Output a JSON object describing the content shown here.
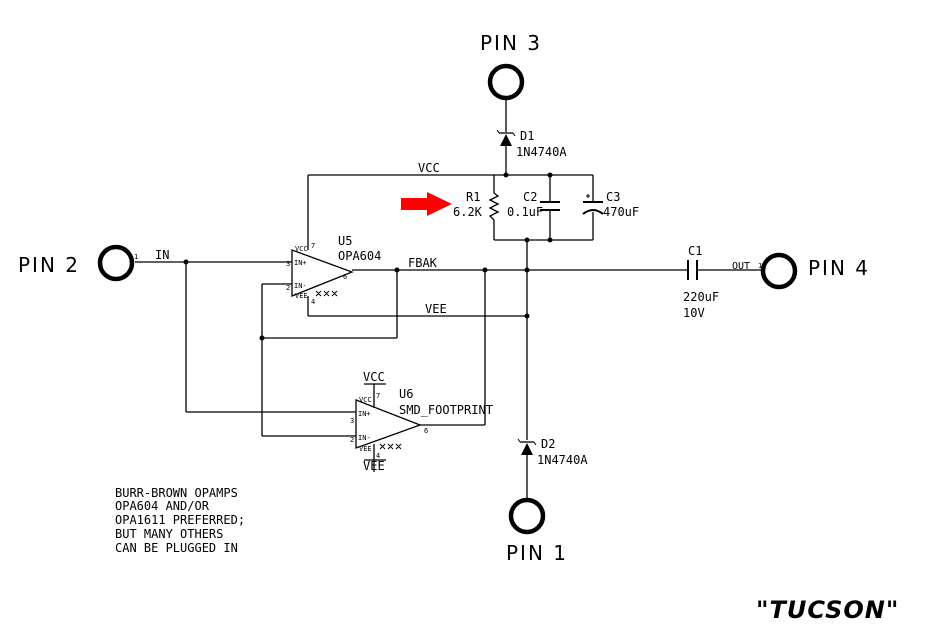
{
  "pins": {
    "pin1": "PIN 1",
    "pin2": "PIN 2",
    "pin3": "PIN 3",
    "pin4": "PIN 4"
  },
  "nets": {
    "vcc": "VCC",
    "vee": "VEE",
    "in": "IN",
    "fbak": "FBAK",
    "out": "OUT"
  },
  "components": {
    "d1": {
      "ref": "D1",
      "value": "1N4740A"
    },
    "d2": {
      "ref": "D2",
      "value": "1N4740A"
    },
    "r1": {
      "ref": "R1",
      "value": "6.2K"
    },
    "c1": {
      "ref": "C1",
      "value": "220uF",
      "rating": "10V"
    },
    "c2": {
      "ref": "C2",
      "value": "0.1uF"
    },
    "c3": {
      "ref": "C3",
      "value": "470uF"
    },
    "u5": {
      "ref": "U5",
      "value": "OPA604"
    },
    "u6": {
      "ref": "U6",
      "value": "SMD_FOOTPRINT"
    }
  },
  "opamp_pins": {
    "vcc": "VCC",
    "vee": "VEE",
    "in_plus": "IN+",
    "in_minus": "IN-",
    "p2": "2",
    "p3": "3",
    "p6": "6",
    "p7": "7",
    "p4": "4"
  },
  "pin_numbers": {
    "one": "1"
  },
  "note": {
    "line1": "BURR-BROWN OPAMPS",
    "line2": "OPA604 AND/OR",
    "line3": "OPA1611 PREFERRED;",
    "line4": "BUT MANY OTHERS",
    "line5": "CAN BE PLUGGED IN"
  },
  "title": "\"TUCSON\"",
  "colors": {
    "line": "#000000",
    "arrow": "#ff0000"
  }
}
